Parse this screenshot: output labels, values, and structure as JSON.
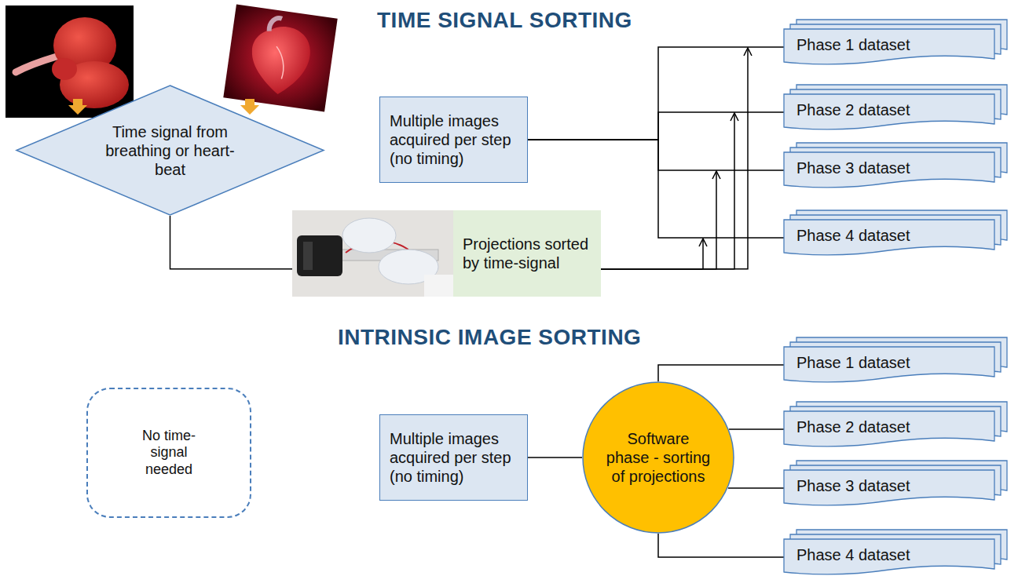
{
  "diagram": {
    "nodes": [
      {
        "text": [
          "Time signal from breathing or heart-beat"
        ]
      },
      {
        "text": [
          "Multiple images acquired per step (no timing)"
        ]
      },
      {
        "text": [
          "Phase 1 dataset"
        ]
      },
      {
        "text": [
          "Phase 2 dataset"
        ]
      },
      {
        "text": [
          "Phase 3 dataset"
        ]
      },
      {
        "text": [
          "Phase 4 dataset"
        ]
      },
      {
        "text": [
          "Projections sorted by time-signal"
        ]
      },
      {
        "text": [
          "No time-signal needed"
        ]
      },
      {
        "text": [
          "Multiple images acquired per step (no timing)"
        ]
      },
      {
        "text": [
          "Software phase - sorting of projections"
        ]
      },
      {
        "text": [
          "Phase 1 dataset"
        ]
      },
      {
        "text": [
          "Phase 2 dataset"
        ]
      },
      {
        "text": [
          "Phase 3 dataset"
        ]
      },
      {
        "text": [
          "Phase 4 dataset"
        ]
      }
    ],
    "edges": [
      {
        "from": 0,
        "to": 6,
        "arrow": "none"
      },
      {
        "from": 1,
        "to": 2,
        "arrow": "none"
      },
      {
        "from": 1,
        "to": 3,
        "arrow": "none"
      },
      {
        "from": 1,
        "to": 4,
        "arrow": "none"
      },
      {
        "from": 1,
        "to": 5,
        "arrow": "none"
      },
      {
        "from": 6,
        "to": 2,
        "arrow": "to"
      },
      {
        "from": 6,
        "to": 3,
        "arrow": "to"
      },
      {
        "from": 6,
        "to": 4,
        "arrow": "to"
      },
      {
        "from": 6,
        "to": 5,
        "arrow": "to"
      },
      {
        "from": 8,
        "to": 9,
        "arrow": "none"
      },
      {
        "from": 9,
        "to": 10,
        "arrow": "none"
      },
      {
        "from": 9,
        "to": 11,
        "arrow": "none"
      },
      {
        "from": 9,
        "to": 12,
        "arrow": "none"
      },
      {
        "from": 9,
        "to": 13,
        "arrow": "none"
      }
    ],
    "labels": [
      "TIME SIGNAL SORTING",
      "INTRINSIC IMAGE SORTING"
    ]
  }
}
